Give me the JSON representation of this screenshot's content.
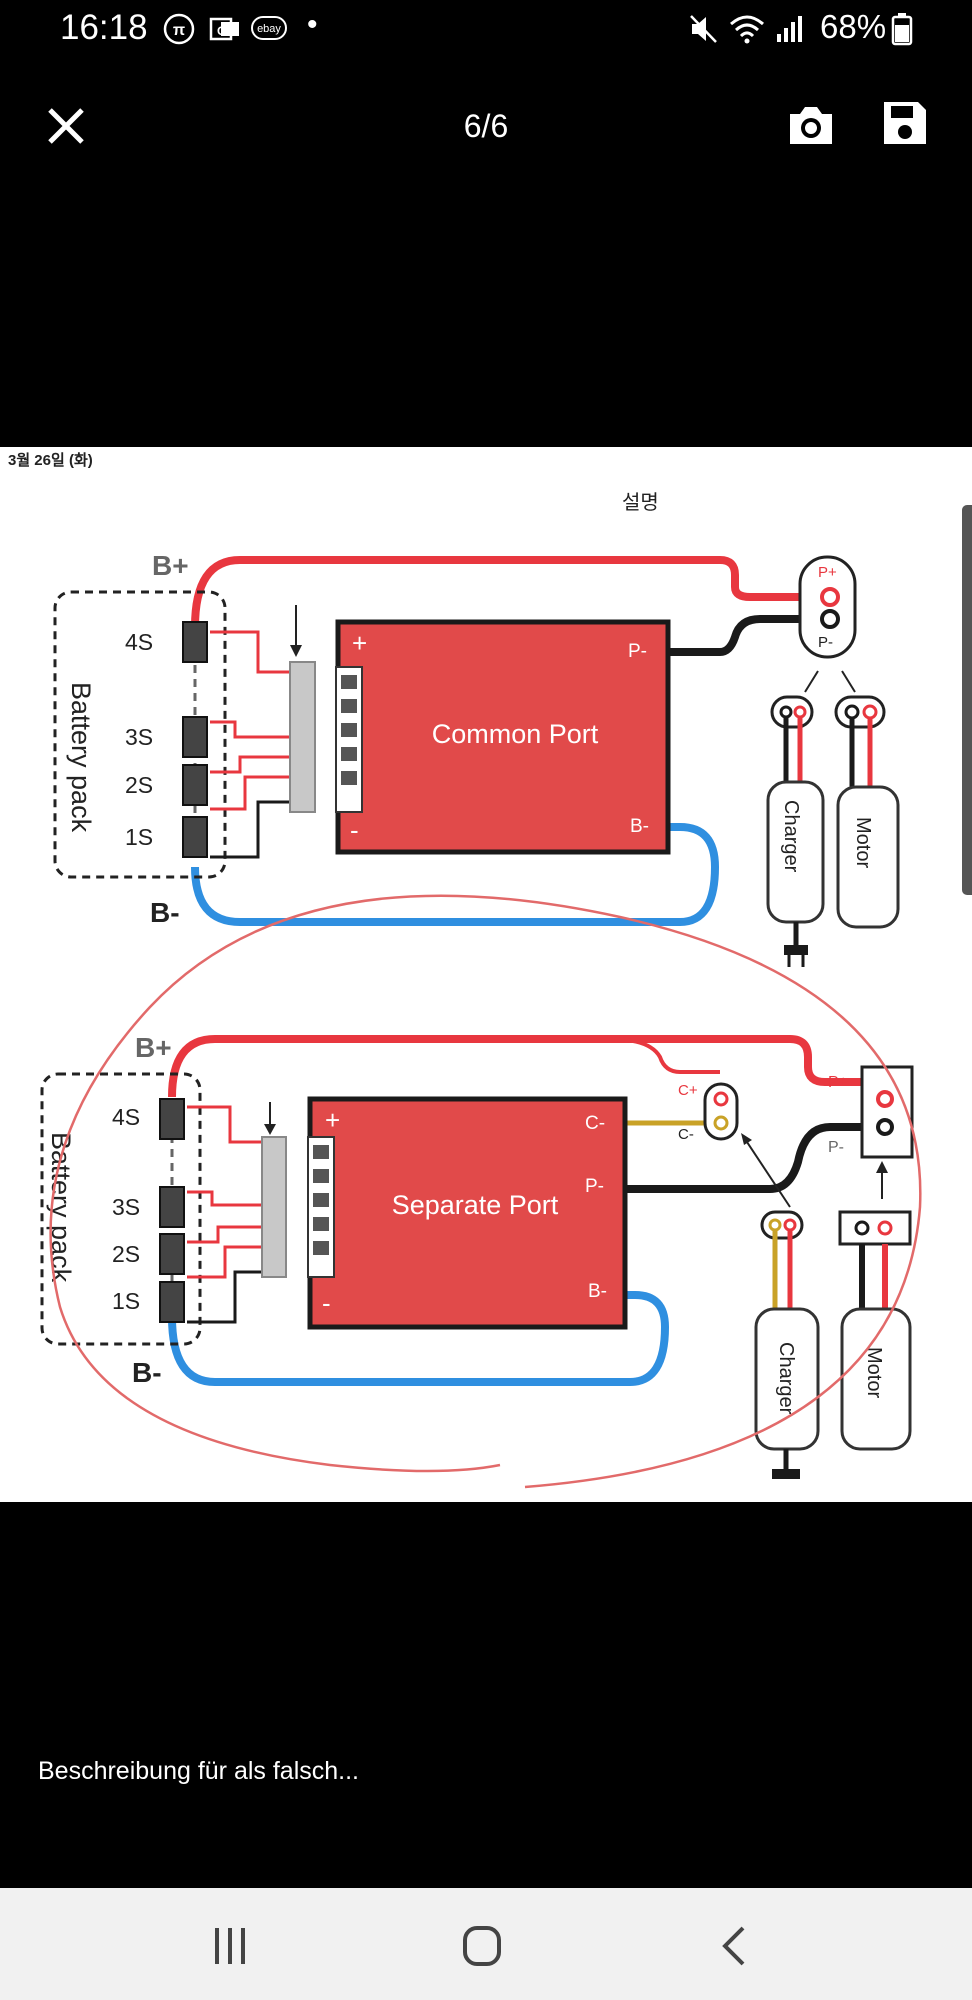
{
  "status_bar": {
    "time": "16:18",
    "battery_percent": "68%",
    "icons": [
      "pi-icon",
      "outlook-icon",
      "ebay-kleinanzeigen-icon",
      "mute-icon",
      "wifi-icon",
      "signal-icon",
      "battery-icon"
    ],
    "ebay_label": "ebay"
  },
  "viewer": {
    "counter": "6/6",
    "close_icon": "close-icon",
    "camera_icon": "camera-icon",
    "save_icon": "save-icon"
  },
  "image": {
    "date_header": "3월 26일 (화)",
    "section_title": "설명",
    "top": {
      "b_plus": "B+",
      "b_minus": "B-",
      "cells": [
        "4S",
        "3S",
        "2S",
        "1S"
      ],
      "pack_label": "Battery pack",
      "board_label": "Common Port",
      "plus": "+",
      "minus": "-",
      "p_minus": "P-",
      "b_minus_port": "B-",
      "conn_p_plus": "P+",
      "conn_p_minus": "P-",
      "charger": "Charger",
      "motor": "Motor"
    },
    "bottom": {
      "b_plus": "B+",
      "b_minus": "B-",
      "cells": [
        "4S",
        "3S",
        "2S",
        "1S"
      ],
      "pack_label": "Battery pack",
      "board_label": "Separate Port",
      "plus": "+",
      "minus": "-",
      "c_minus": "C-",
      "p_minus": "P-",
      "b_minus_port": "B-",
      "conn_c_plus": "C+",
      "conn_c_minus": "C-",
      "conn_p_plus": "P+",
      "conn_p_minus": "P-",
      "charger": "Charger",
      "motor": "Motor"
    },
    "colors": {
      "board_red": "#e14a4a",
      "wire_red": "#e8373f",
      "wire_blue": "#2f8fe0",
      "wire_yellow": "#c9a227",
      "annotation": "#e26a6a"
    }
  },
  "caption": "Beschreibung für als falsch...",
  "nav": {
    "recents_icon": "recents-icon",
    "home_icon": "home-icon",
    "back_icon": "back-icon"
  }
}
